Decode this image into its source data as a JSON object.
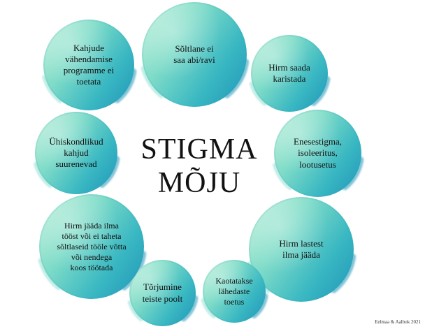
{
  "title": "STIGMA\nMÕJU",
  "credit": "Eelmaa & Aalbok 2021",
  "bubbles": [
    {
      "id": "programmes",
      "text": "Kahjude\nvähendamise\nprogramme ei\ntoetata"
    },
    {
      "id": "no-help",
      "text": "Sõltlane ei\nsaa abi/ravi"
    },
    {
      "id": "punishment",
      "text": "Hirm saada\nkaristada"
    },
    {
      "id": "self-stigma",
      "text": "Enesestigma,\nisoleeritus,\nlootusetus"
    },
    {
      "id": "children",
      "text": "Hirm lastest\nilma jääda"
    },
    {
      "id": "support",
      "text": "Kaotatakse\nlähedaste\ntoetus"
    },
    {
      "id": "rejection",
      "text": "Tõrjumine\nteiste poolt"
    },
    {
      "id": "work",
      "text": "Hirm jääda ilma\ntööst või ei taheta\nsõltlaseid tööle võtta\nvõi nendega\nkoos töötada"
    },
    {
      "id": "social-harm",
      "text": "Ühiskondlikud\nkahjud\nsuurenevad"
    }
  ]
}
